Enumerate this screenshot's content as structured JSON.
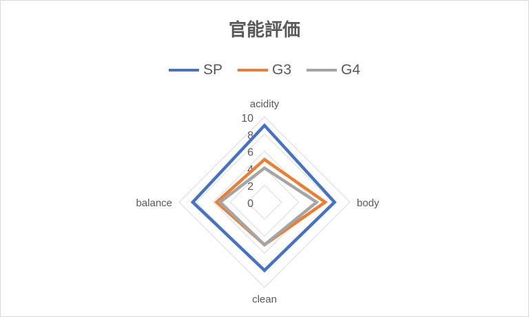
{
  "chart_data": {
    "type": "radar",
    "title": "官能評価",
    "axes": [
      "acidity",
      "body",
      "clean",
      "balance"
    ],
    "ticks": [
      "0",
      "2",
      "4",
      "6",
      "8",
      "10"
    ],
    "rlim": [
      0,
      10
    ],
    "legend_position": "top",
    "series": [
      {
        "name": "SP",
        "color": "#4472C4",
        "values": [
          9,
          8.2,
          8,
          8.4
        ]
      },
      {
        "name": "G3",
        "color": "#ED7D31",
        "values": [
          5,
          7.1,
          5,
          5.6
        ]
      },
      {
        "name": "G4",
        "color": "#A5A5A5",
        "values": [
          4,
          6.1,
          5,
          5.2
        ]
      }
    ]
  }
}
